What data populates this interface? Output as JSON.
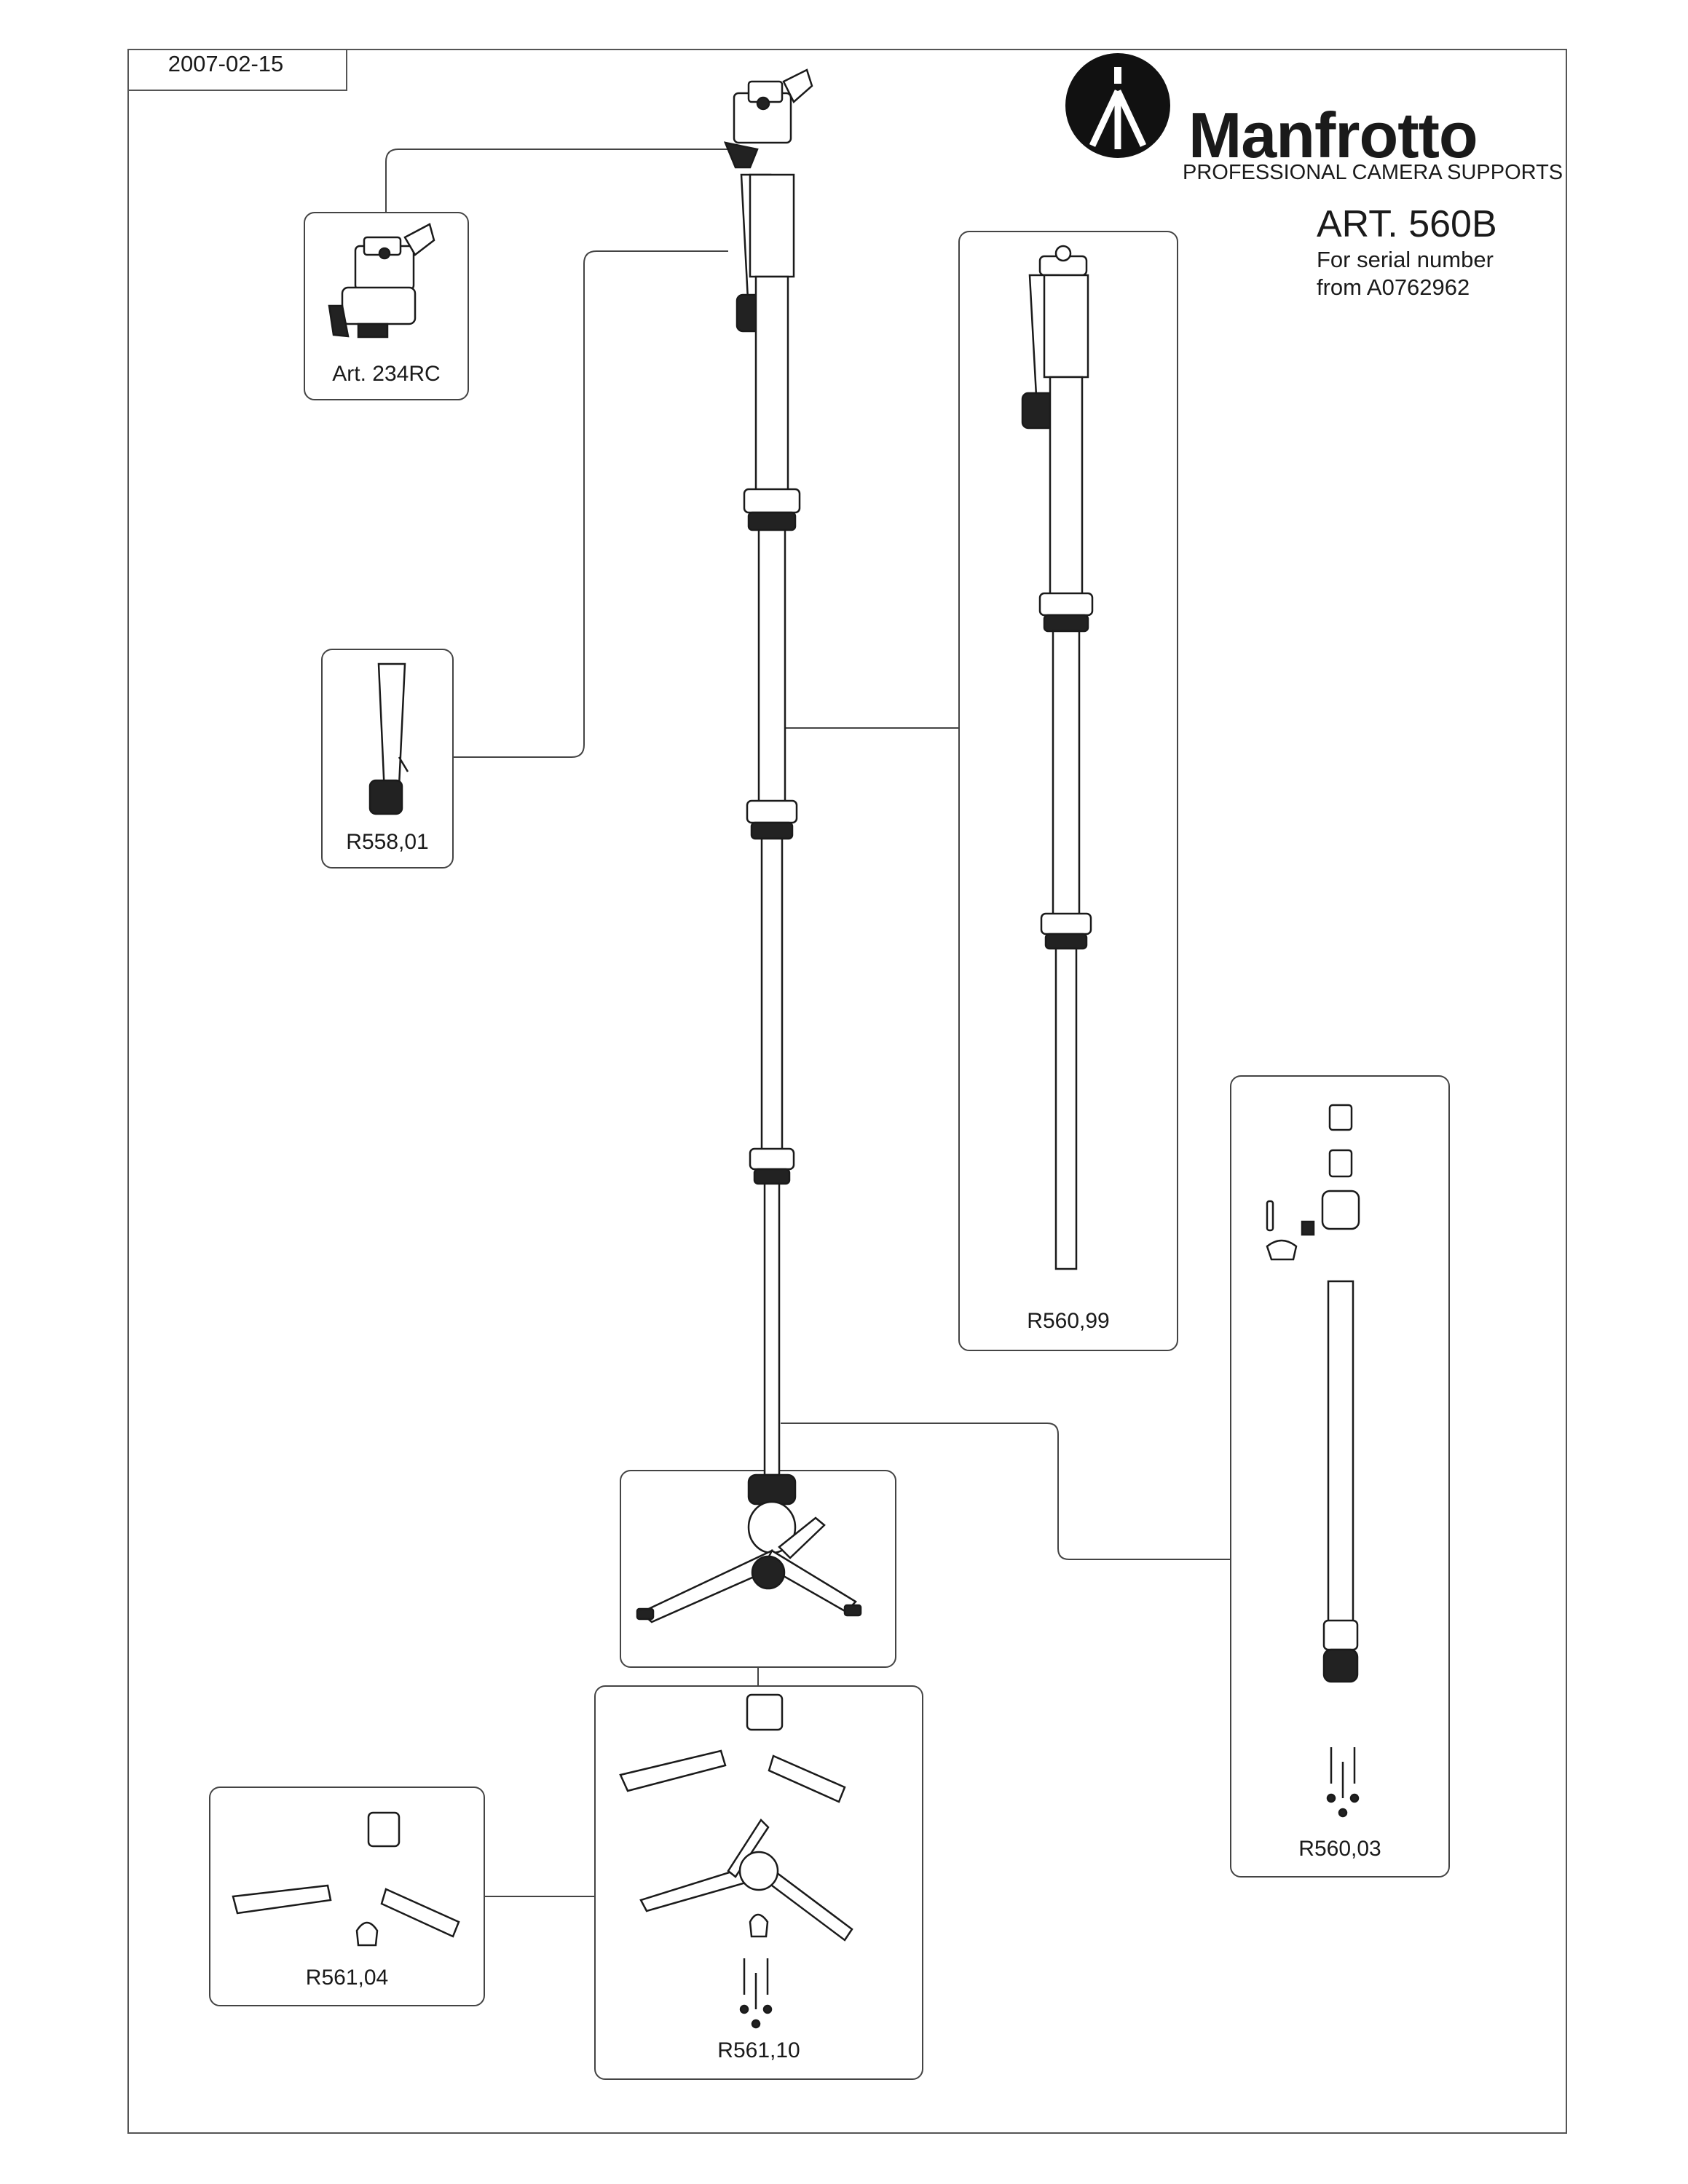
{
  "document": {
    "date": "2007-02-15",
    "brand_name": "Manfrotto",
    "tagline": "PROFESSIONAL CAMERA SUPPORTS",
    "article": "ART. 560B",
    "serial_line1": "For serial number",
    "serial_line2": "from A0762962"
  },
  "parts": [
    {
      "code": "Art. 234RC"
    },
    {
      "code": "R558,01"
    },
    {
      "code": "R560,99"
    },
    {
      "code": "R560,03"
    },
    {
      "code": "R561,04"
    },
    {
      "code": "R561,10"
    }
  ],
  "colors": {
    "line": "#1a1a1a",
    "frame": "#555555",
    "part_fill": "#ffffff",
    "dark_fill": "#222222"
  }
}
